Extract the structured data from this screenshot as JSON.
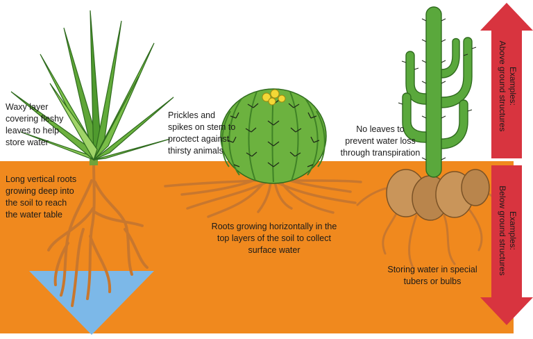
{
  "labels": {
    "aloe_leaves": "Waxy layer\ncovering fleshy\nleaves to help\nstore water",
    "aloe_roots": "Long vertical roots\ngrowing deep into\nthe soil to reach\nthe water table",
    "barrel_prickles": "Prickles and\nspikes on stem to\nproctect against\nthirsty animals",
    "barrel_roots": "Roots growing horizontally in the\ntop layers of the soil to collect\nsurface water",
    "cactus_leaves": "No leaves to\nprevent water loss\nthrough transpiration",
    "tubers": "Storing water in special\ntubers or bulbs"
  },
  "arrows": {
    "above": "Examples:\nAbove ground structures",
    "below": "Examples:\nBelow ground structures"
  },
  "colors": {
    "soil": "#f0891e",
    "sky": "#ffffff",
    "water_table": "#7cb8e8",
    "arrow": "#d8343f",
    "leaf": "#5aa83c",
    "root": "#c8772e",
    "tuber": "#c9955a"
  }
}
